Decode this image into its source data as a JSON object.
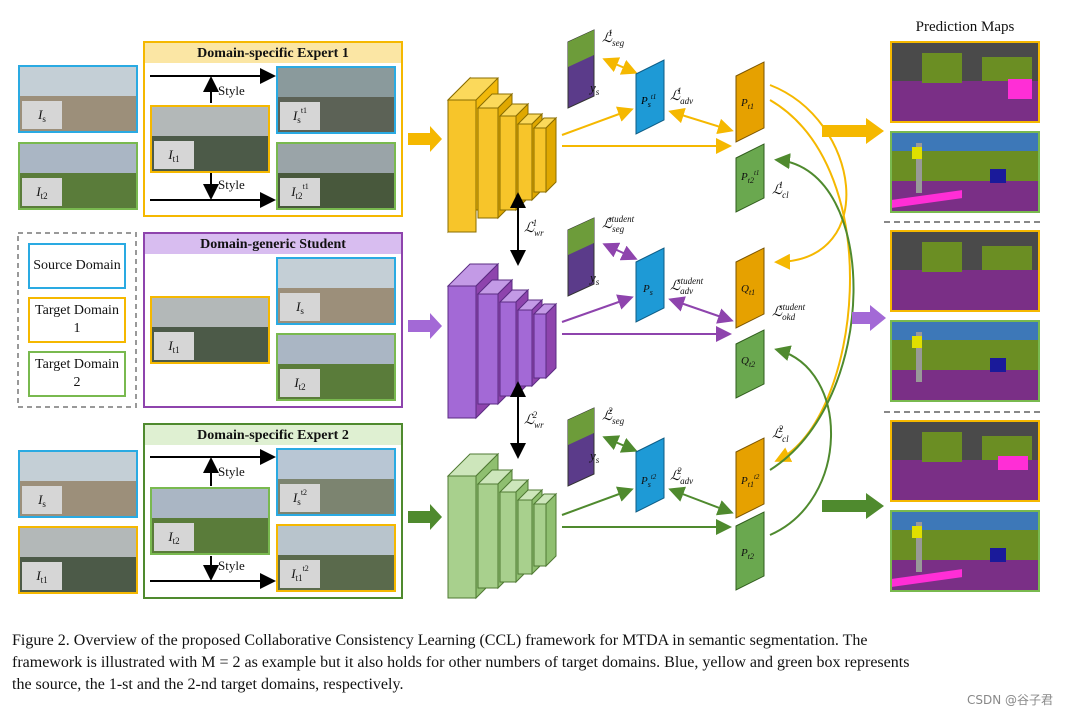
{
  "panels": {
    "expert1_title": "Domain-specific Expert 1",
    "student_title": "Domain-generic Student",
    "expert2_title": "Domain-specific Expert 2",
    "style_label": "Style"
  },
  "legend": {
    "source": "Source Domain",
    "target1": "Target Domain 1",
    "target2": "Target Domain 2"
  },
  "labels": {
    "prediction_maps": "Prediction Maps",
    "ys": "y",
    "ys_sub": "s"
  },
  "colors": {
    "source": "#2aaae2",
    "target1": "#f5b800",
    "target2": "#79b94f",
    "student": "#9b59d0",
    "expert1_fill": "#f7c52a",
    "student_fill": "#a369d6",
    "expert2_fill": "#a8d08d",
    "p_blue": "#1e9ad6",
    "p_yellow": "#e6a100",
    "p_green": "#6aa84f"
  },
  "caption": {
    "line1": "Figure 2. Overview of the proposed Collaborative Consistency Learning (CCL) framework for MTDA in semantic segmentation. The",
    "line2": "framework is illustrated with M = 2 as example but it also holds for other numbers of target domains. Blue, yellow and green box represents",
    "line3": "the source, the 1-st and the 2-nd target domains, respectively."
  },
  "watermark": "CSDN @谷子君"
}
